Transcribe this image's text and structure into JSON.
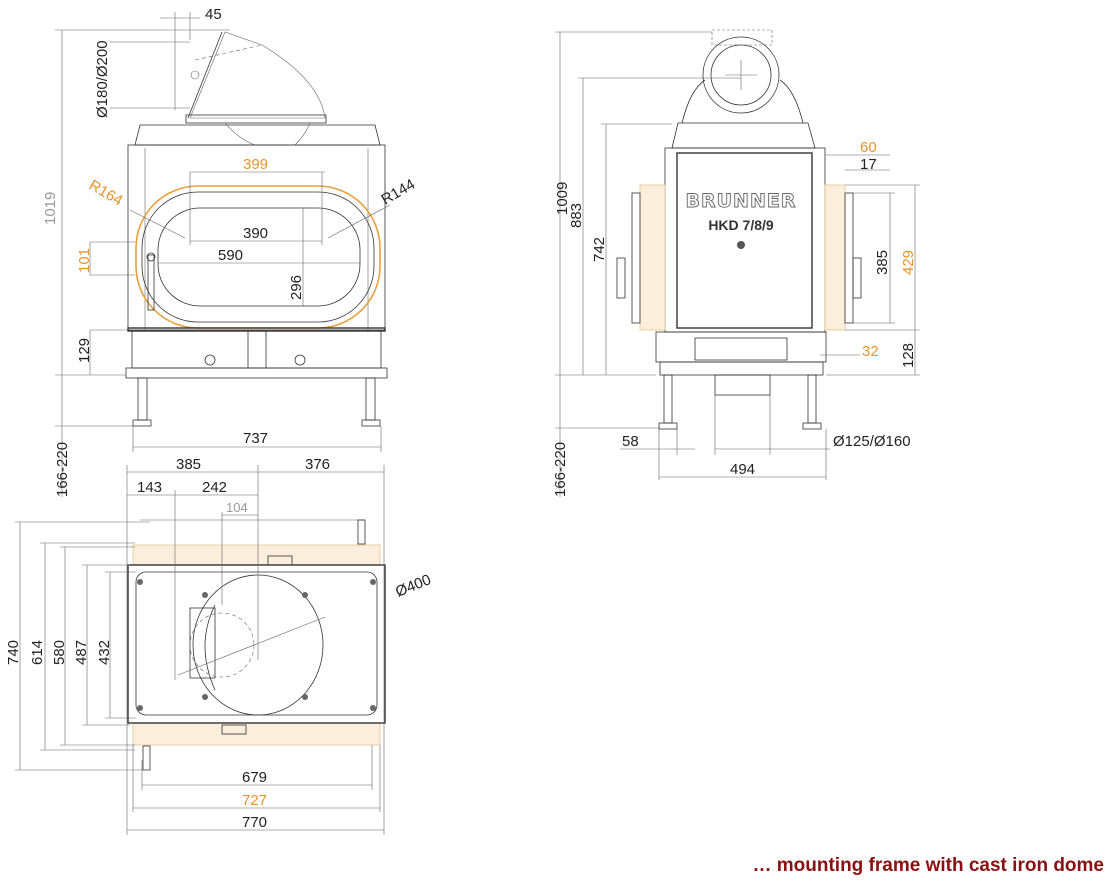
{
  "front_view": {
    "total_height": "1019",
    "leg_height": "166-220",
    "flue_offset": "45",
    "flue_diameter": "Ø180/Ø200",
    "door_width_outer": "399",
    "door_width_inner": "390",
    "glass_width": "590",
    "glass_height": "296",
    "radius_left": "R164",
    "radius_right": "R144",
    "handle_offset": "101",
    "base_height": "129",
    "width": "737"
  },
  "side_view": {
    "total_height": "1009",
    "height_to_flue": "883",
    "body_height": "742",
    "leg_height": "166-220",
    "frame_depth": "60",
    "frame_offset": "17",
    "inner_height": "385",
    "frame_height": "429",
    "bottom_offset": "32",
    "base_height": "128",
    "leg_width": "58",
    "air_inlet_diameter": "Ø125/Ø160",
    "leg_spacing": "494",
    "brand": "BRUNNER",
    "model": "HKD 7/8/9"
  },
  "top_view": {
    "left_to_center": "385",
    "right_to_center": "376",
    "left_offset": "143",
    "offset_242": "242",
    "offset_104": "104",
    "dome_diameter": "Ø400",
    "depth_total": "740",
    "depth_614": "614",
    "depth_580": "580",
    "depth_487": "487",
    "depth_432": "432",
    "width_679": "679",
    "width_727": "727",
    "width_770": "770"
  },
  "caption": "… mounting frame with cast iron dome",
  "colors": {
    "accent_orange": "#e8942a",
    "caption_red": "#8b1010",
    "line": "#333333"
  }
}
